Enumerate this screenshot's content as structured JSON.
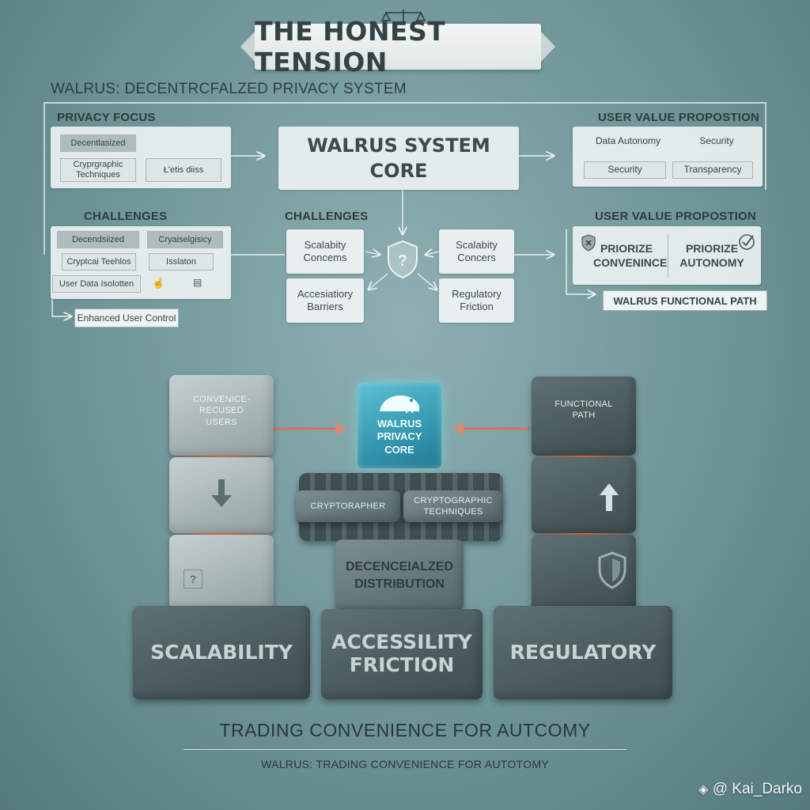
{
  "banner": {
    "title": "THE HONEST TENSION"
  },
  "top_heading": "WALRUS: DECENTRCFALZED PRIVACY SYSTEM",
  "privacy_focus": {
    "label": "PRIVACY FOCUS",
    "chips": [
      "Decentlasized",
      "Cryprgraphic Techniques",
      "Ł'etis diiss"
    ]
  },
  "core": {
    "line1": "WALRUS SYSTEM",
    "line2": "CORE"
  },
  "user_value_top": {
    "label": "USER VALUE PROPOSTION",
    "items": [
      "Data Autonomy",
      "Security",
      "Security",
      "Transparency"
    ]
  },
  "challenges_left": {
    "label": "CHALLENGES",
    "chips": [
      "Decendsiized",
      "Cryaiselgisicy",
      "Cryptcai Teehlos",
      "Isslaton",
      "User Data Isolotten"
    ]
  },
  "enhanced_control": "Enhanced User Control",
  "challenges_mid": {
    "label": "CHALLENGES",
    "boxes": [
      "Scalabity Concems",
      "Accesiatiory Barriers",
      "Scalabity Concers",
      "Regulatory Friction"
    ]
  },
  "user_value_mid": {
    "label": "USER VALUE PROPOSTION",
    "left": [
      "PRIORIZE",
      "CONVENINCE"
    ],
    "right": [
      "PRIORIZE",
      "AUTONOMY"
    ]
  },
  "functional_path_label": "WALRUS FUNCTIONAL PATH",
  "blocks": {
    "left_top": [
      "CONVENICE-",
      "RECUSED",
      "USERS"
    ],
    "right_top": [
      "FUNCTIONAL",
      "PATH"
    ],
    "core": [
      "WALRUS",
      "PRIVACY",
      "CORE"
    ],
    "crypto_left": "CRYPTORAPHER",
    "crypto_right": [
      "CRYPTOGRAPHIC",
      "TECHNIQUES"
    ],
    "distribution": [
      "DECENCEIALZED",
      "DISTRIBUTION"
    ],
    "base_left": "SCALABILITY",
    "base_mid": [
      "ACCESSILITY",
      "FRICTION"
    ],
    "base_right": "REGULATORY"
  },
  "bottom_title": "TRADING CONVENIENCE FOR AUTCOMY",
  "bottom_subtitle": "WALRUS: TRADING CONVENIENCE FOR AUTOTOMY",
  "watermark": "@ Kai_Darko",
  "colors": {
    "accent_glow": "#e8623e",
    "core_cyan": "#3aa6c0",
    "background": "#7a9c9f"
  }
}
